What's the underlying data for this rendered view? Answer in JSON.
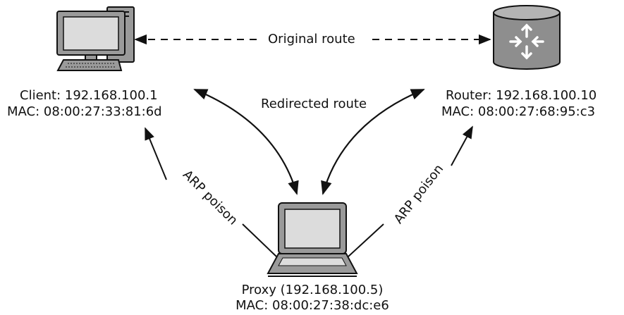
{
  "labels": {
    "original_route": "Original route",
    "redirected_route": "Redirected route",
    "arp_poison_left": "ARP poison",
    "arp_poison_right": "ARP poison"
  },
  "nodes": {
    "client": {
      "ip_line": "Client: 192.168.100.1",
      "mac_line": "MAC: 08:00:27:33:81:6d",
      "icon": "desktop-computer-icon"
    },
    "router": {
      "ip_line": "Router: 192.168.100.10",
      "mac_line": "MAC: 08:00:27:68:95:c3",
      "icon": "router-icon"
    },
    "proxy": {
      "ip_line": "Proxy (192.168.100.5)",
      "mac_line": "MAC: 08:00:27:38:dc:e6",
      "icon": "laptop-icon"
    }
  },
  "colors": {
    "line": "#111111",
    "icon_fill": "#9a9a9a",
    "icon_screen": "#dcdcdc",
    "router_fill": "#8e8e8e"
  }
}
